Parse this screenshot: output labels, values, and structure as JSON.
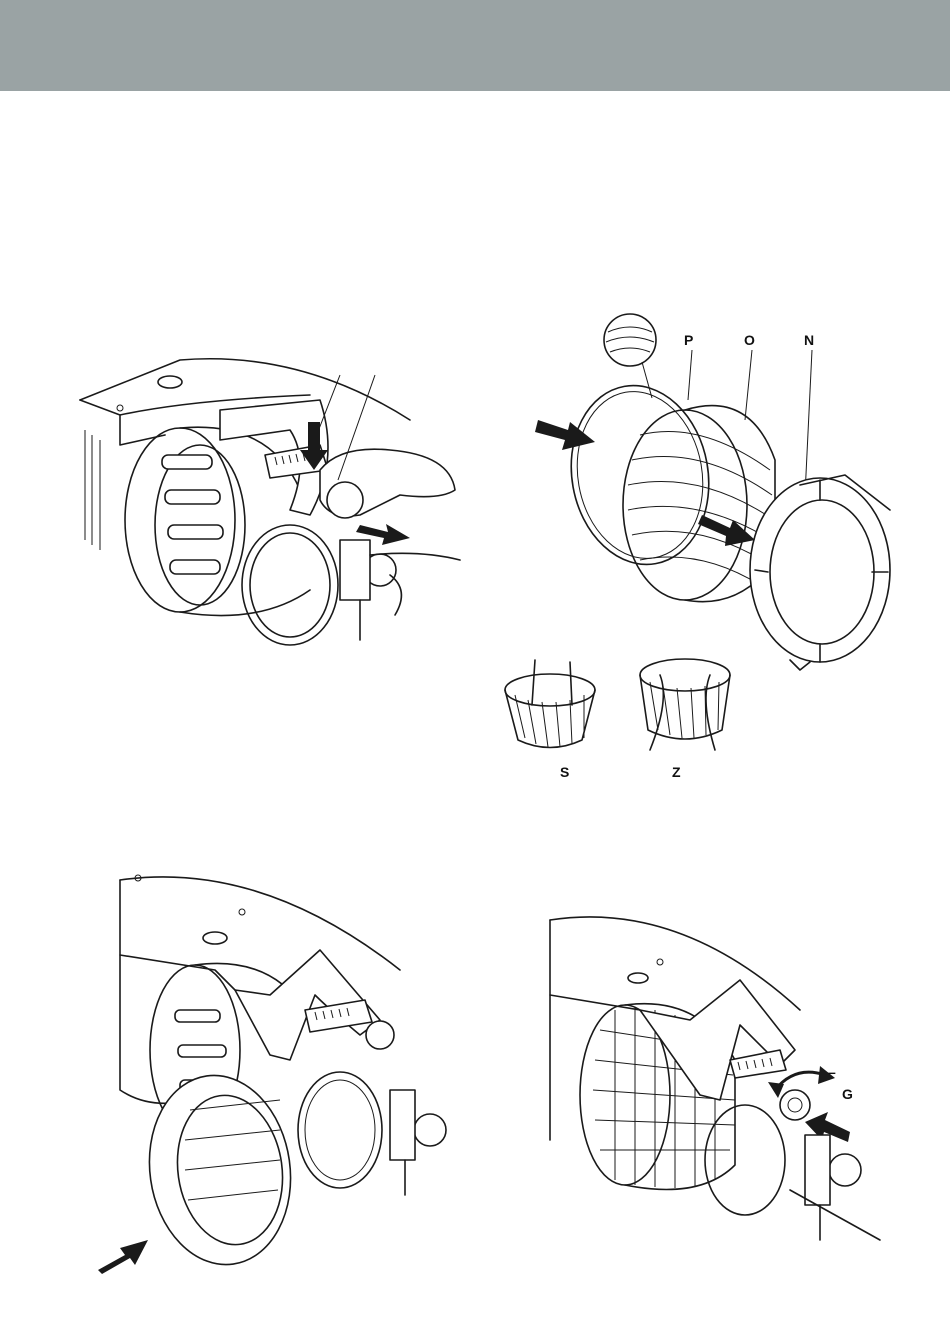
{
  "header": {
    "color": "#9aa3a4"
  },
  "figures": {
    "fig1": {
      "icon": "adjust-lever-illustration"
    },
    "fig2": {
      "labels": {
        "p": "P",
        "o": "O",
        "n": "N",
        "s": "S",
        "z": "Z"
      }
    },
    "fig3": {
      "icon": "insert-frame-illustration"
    },
    "fig4": {
      "labels": {
        "g": "G",
        "minus": "–"
      }
    }
  }
}
